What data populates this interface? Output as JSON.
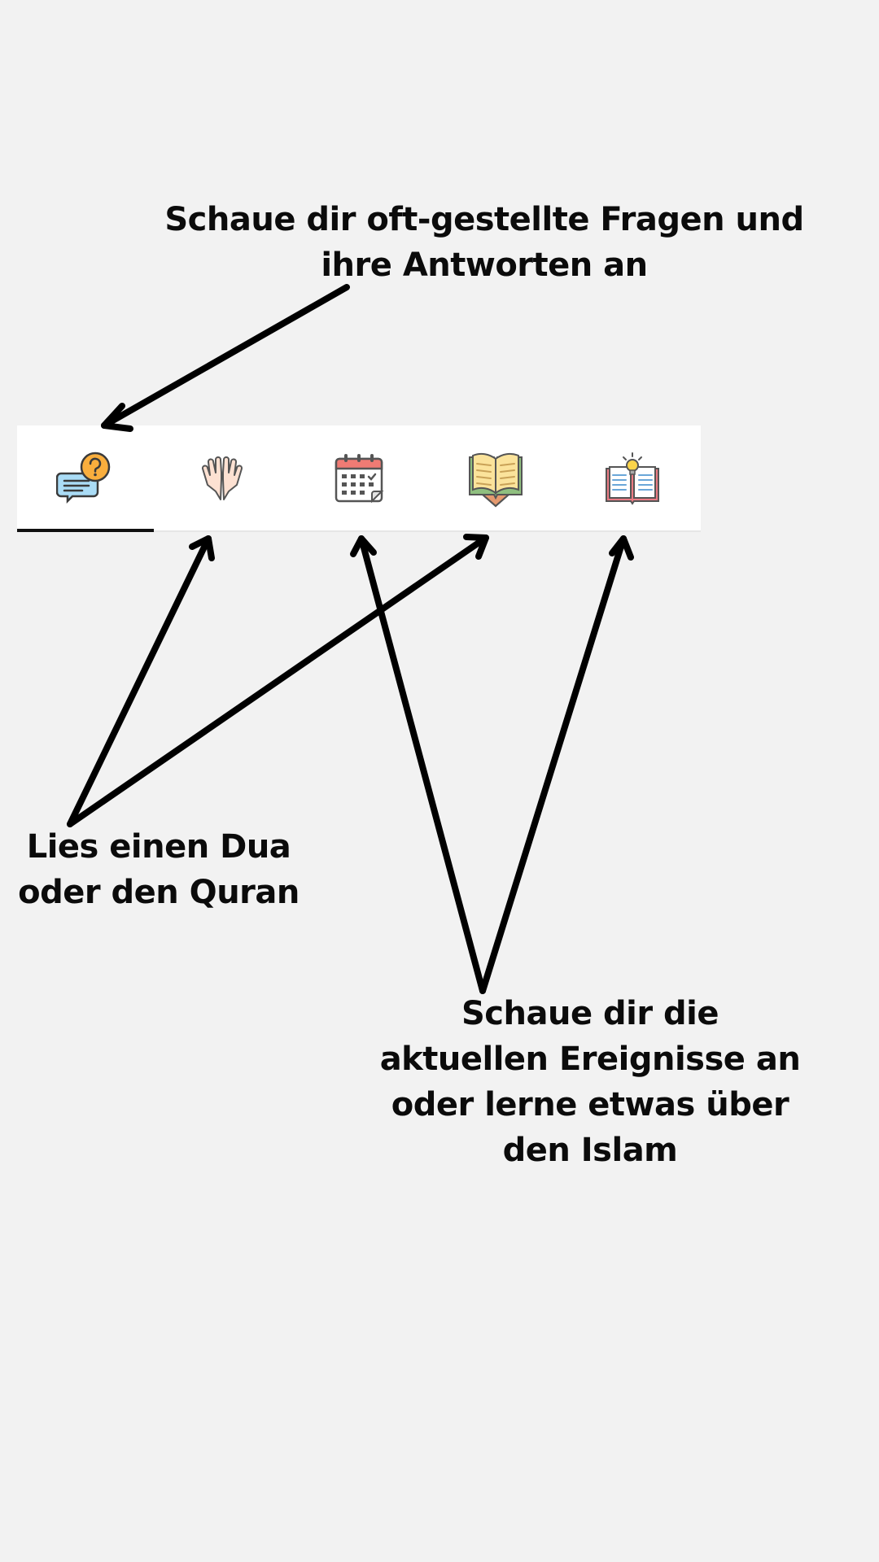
{
  "callouts": {
    "faq": "Schaue dir oft-gestellte Fragen und ihre Antworten an",
    "read": "Lies einen Dua oder den Quran",
    "learn": "Schaue dir die aktuellen Ereignisse an oder lerne etwas über den Islam"
  },
  "tabbar": {
    "active_tab": "faq",
    "tabs": [
      {
        "id": "faq",
        "icon": "faq-chat-icon"
      },
      {
        "id": "dua",
        "icon": "praying-hands-icon"
      },
      {
        "id": "calendar",
        "icon": "calendar-icon"
      },
      {
        "id": "quran",
        "icon": "open-quran-icon"
      },
      {
        "id": "learn",
        "icon": "book-lightbulb-icon"
      }
    ]
  },
  "colors": {
    "background": "#f2f2f2",
    "tabbar_bg": "#ffffff",
    "active_indicator": "#111111",
    "text": "#0b0b0b"
  }
}
